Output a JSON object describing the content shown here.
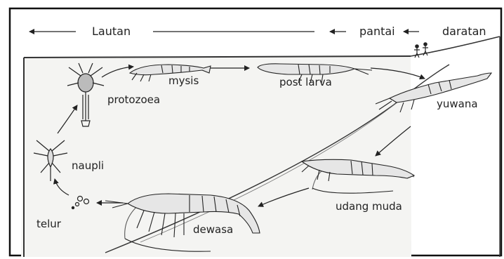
{
  "top_labels": {
    "sea": "Lautan",
    "coast": "pantai",
    "land": "daratan"
  },
  "stages": {
    "protozoea": "protozoea",
    "mysis": "mysis",
    "post_larva": "post larva",
    "juvenile": "yuwana",
    "young_shrimp": "udang muda",
    "adult": "dewasa",
    "egg": "telur",
    "nauplius": "naupli"
  },
  "colors": {
    "ink": "#222222",
    "water_shade": "#f4f4f2"
  }
}
